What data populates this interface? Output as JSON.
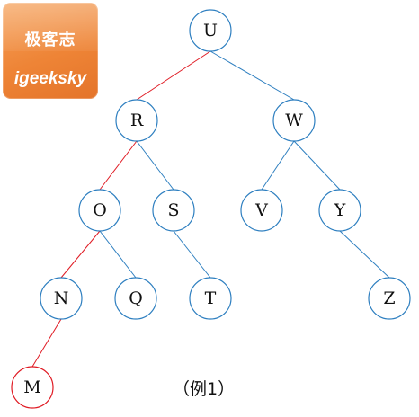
{
  "logo": {
    "cn_text": "极客志",
    "en_text": "igeeksky"
  },
  "caption": "（例1）",
  "colors": {
    "blue": "#2e7fc0",
    "red": "#e01b24"
  },
  "tree": {
    "nodes": [
      {
        "id": "U",
        "label": "U",
        "highlight": false
      },
      {
        "id": "R",
        "label": "R",
        "highlight": false
      },
      {
        "id": "W",
        "label": "W",
        "highlight": false
      },
      {
        "id": "O",
        "label": "O",
        "highlight": false
      },
      {
        "id": "S",
        "label": "S",
        "highlight": false
      },
      {
        "id": "V",
        "label": "V",
        "highlight": false
      },
      {
        "id": "Y",
        "label": "Y",
        "highlight": false
      },
      {
        "id": "N",
        "label": "N",
        "highlight": false
      },
      {
        "id": "Q",
        "label": "Q",
        "highlight": false
      },
      {
        "id": "T",
        "label": "T",
        "highlight": false
      },
      {
        "id": "Z",
        "label": "Z",
        "highlight": false
      },
      {
        "id": "M",
        "label": "M",
        "highlight": true
      }
    ],
    "edges": [
      {
        "from": "U",
        "to": "R",
        "highlight": true
      },
      {
        "from": "U",
        "to": "W",
        "highlight": false
      },
      {
        "from": "R",
        "to": "O",
        "highlight": true
      },
      {
        "from": "R",
        "to": "S",
        "highlight": false
      },
      {
        "from": "W",
        "to": "V",
        "highlight": false
      },
      {
        "from": "W",
        "to": "Y",
        "highlight": false
      },
      {
        "from": "O",
        "to": "N",
        "highlight": true
      },
      {
        "from": "O",
        "to": "Q",
        "highlight": false
      },
      {
        "from": "S",
        "to": "T",
        "highlight": false
      },
      {
        "from": "Y",
        "to": "Z",
        "highlight": false
      },
      {
        "from": "N",
        "to": "M",
        "highlight": true
      }
    ]
  }
}
